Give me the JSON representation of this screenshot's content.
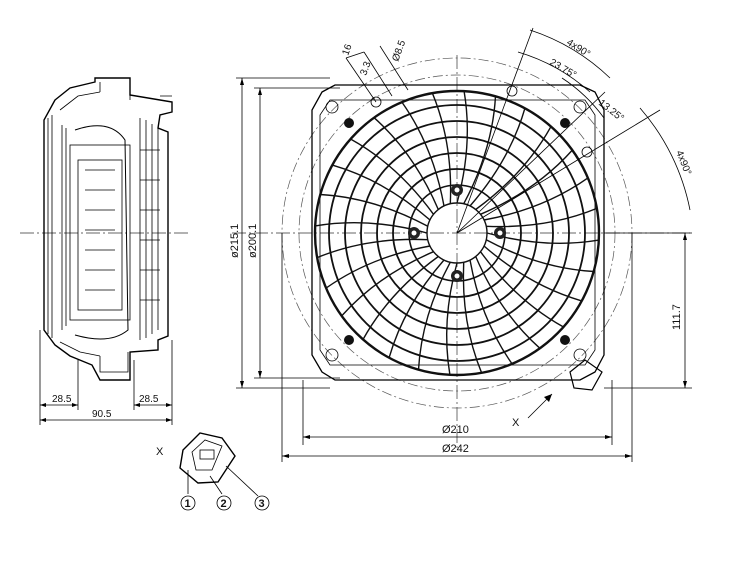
{
  "dimensions": {
    "width_overall": "90.5",
    "flange_left": "28.5",
    "flange_right": "28.5",
    "diameter_210": "Ø210",
    "diameter_242": "Ø242",
    "diagonal_215": "ø215.1",
    "diagonal_200": "ø200.1",
    "height_111": "111.7",
    "dim_16": "16",
    "dim_33": "3.3",
    "hole_dia": "Ø8.5",
    "angle_4x90_top": "4x90°",
    "angle_2375": "23.75°",
    "angle_1325": "13.25°",
    "angle_4x90_right": "4x90°"
  },
  "view_labels": {
    "arrow_x_main": "X",
    "connector_view": "X"
  },
  "connector_pins": [
    "1",
    "2",
    "3"
  ]
}
